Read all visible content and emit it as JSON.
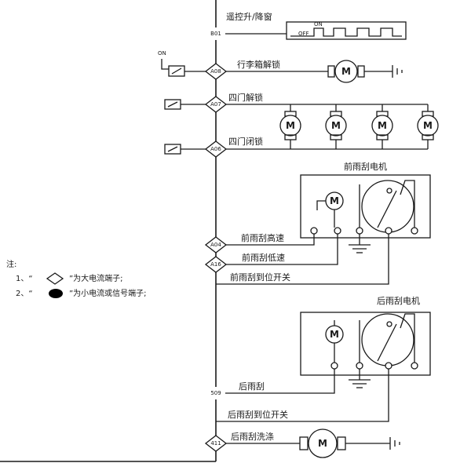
{
  "terminals": {
    "t601": "B01",
    "t108": "A08",
    "t107": "A07",
    "t106": "A06",
    "t104": "A04",
    "t116": "A16",
    "t509": "509",
    "t411": "411"
  },
  "labels": {
    "remote_window": "遥控升/降窗",
    "trunk_unlock": "行李箱解锁",
    "four_door_unlock": "四门解锁",
    "four_door_lock": "四门闭锁",
    "front_wiper_motor": "前雨刮电机",
    "front_wiper_high": "前雨刮高速",
    "front_wiper_low": "前雨刮低速",
    "front_wiper_park": "前雨刮到位开关",
    "rear_wiper_motor": "后雨刮电机",
    "rear_wiper": "后雨刮",
    "rear_wiper_park": "后雨刮到位开关",
    "rear_wiper_washer": "后雨刮洗涤"
  },
  "waveform": {
    "on": "ON",
    "off": "OFF"
  },
  "switch_on": "ON",
  "motor_letter": "M",
  "notes": {
    "title": "注:",
    "line1_prefix": "1、“",
    "line1_suffix": "”为大电流端子;",
    "line2_prefix": "2、“",
    "line2_suffix": "”为小电流或信号端子;"
  }
}
